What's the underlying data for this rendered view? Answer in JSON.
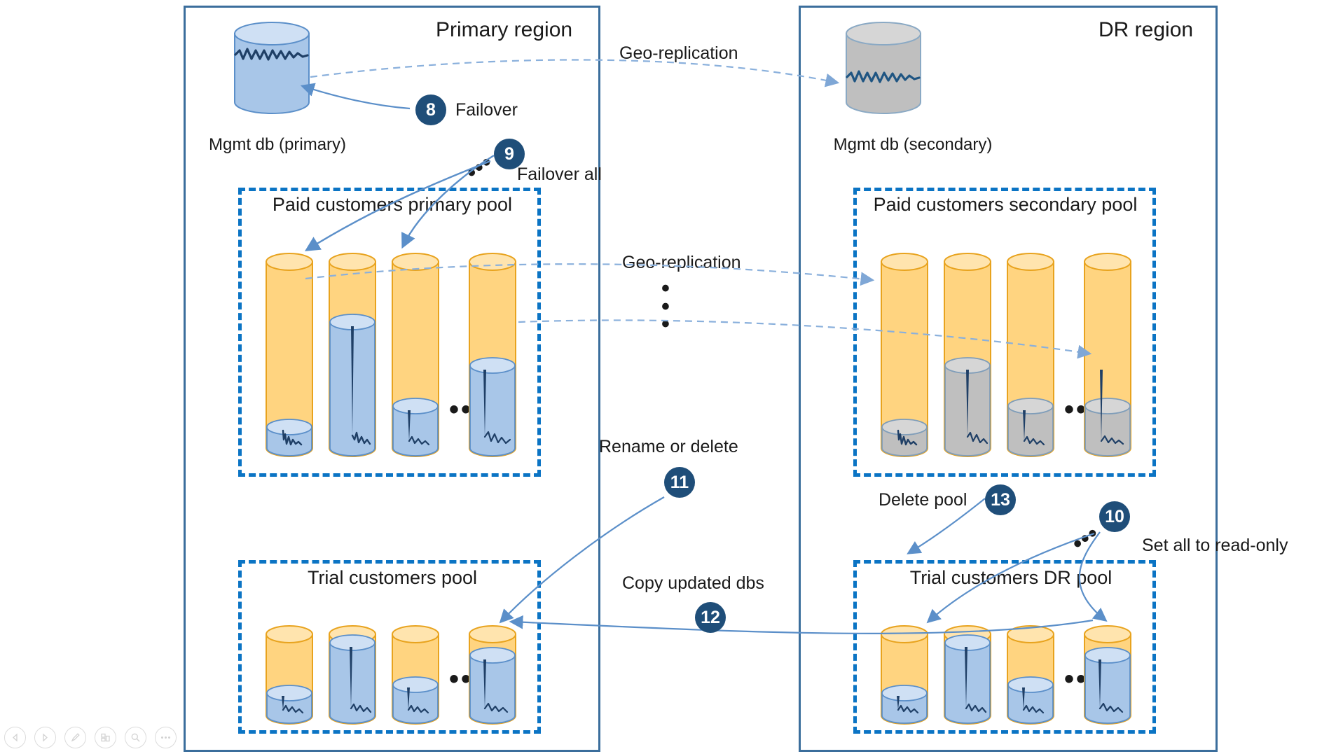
{
  "diagram": {
    "title": "Azure SQL disaster recovery failover diagram",
    "colors": {
      "region_border": "#3b6e9c",
      "pool_border": "#0b74c4",
      "pool_fill": "#ffd480",
      "pool_stroke": "#e8a31e",
      "db_blue_fill": "#a8c6e8",
      "db_blue_stroke": "#5b8fc9",
      "db_gray_fill": "#bfbfbf",
      "db_gray_stroke": "#7f9db9",
      "badge_bg": "#1f4e79",
      "arrow_solid": "#5b8fc9",
      "arrow_dashed": "#8ab0dc",
      "trace_line": "#1f3f66"
    }
  },
  "regions": [
    {
      "id": "primary",
      "title": "Primary region"
    },
    {
      "id": "dr",
      "title": "DR region"
    }
  ],
  "mgmt_dbs": [
    {
      "id": "mgmt-primary",
      "label": "Mgmt db (primary)",
      "style": "blue"
    },
    {
      "id": "mgmt-secondary",
      "label": "Mgmt db (secondary)",
      "style": "gray"
    }
  ],
  "pools": [
    {
      "id": "paid-primary",
      "title": "Paid customers primary pool",
      "db_style": "blue",
      "ellipsis": "•••"
    },
    {
      "id": "paid-secondary",
      "title": "Paid customers secondary pool",
      "db_style": "gray",
      "ellipsis": "•••"
    },
    {
      "id": "trial-primary",
      "title": "Trial customers pool",
      "db_style": "blue",
      "ellipsis": "•••"
    },
    {
      "id": "trial-dr",
      "title": "Trial customers DR pool",
      "db_style": "blue",
      "ellipsis": "•••"
    }
  ],
  "replication_labels": [
    {
      "id": "geo-mgmt",
      "text": "Geo-replication"
    },
    {
      "id": "geo-pool",
      "text": "Geo-replication"
    }
  ],
  "steps": [
    {
      "number": "8",
      "label": "Failover"
    },
    {
      "number": "9",
      "label": "Failover all"
    },
    {
      "number": "10",
      "label": "Set all to read-only"
    },
    {
      "number": "11",
      "label": "Rename or delete"
    },
    {
      "number": "12",
      "label": "Copy updated dbs"
    },
    {
      "number": "13",
      "label": "Delete pool"
    }
  ],
  "toolbar": {
    "buttons": [
      {
        "id": "previous",
        "icon": "previous-arrow-icon"
      },
      {
        "id": "next",
        "icon": "next-arrow-icon"
      },
      {
        "id": "edit",
        "icon": "pencil-icon"
      },
      {
        "id": "layers",
        "icon": "layers-icon"
      },
      {
        "id": "zoom",
        "icon": "search-icon"
      },
      {
        "id": "more",
        "icon": "more-dots-icon"
      }
    ]
  }
}
